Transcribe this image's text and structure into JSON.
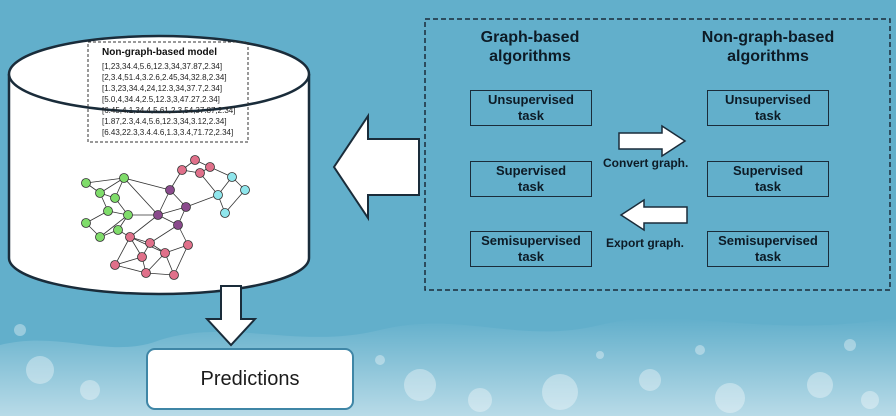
{
  "model_box": {
    "title": "Non-graph-based model",
    "vectors": [
      "[1,23,34.4,5.6,12.3,34,37.87,2.34]",
      "[2,3.4,51.4,3.2.6,2.45,34,32.8,2.34]",
      "[1.3,23,34.4,24,12.3,34,37.7,2.34]",
      "[5.0,4,34.4,2.5,12.3,3,47.27,2.34]",
      "[6.45,4.1,34.4,5.61,2.3,54,37.87,2.34]",
      "[1.87,2.3,4.4,5.6,12.3,34,3.12,2.34]",
      "[6.43,22.3,3.4.4.6,1.3,3.4,71.72,2.34]"
    ]
  },
  "left_column": {
    "title": "Graph-based\nalgorithms",
    "tasks": [
      "Unsupervised\ntask",
      "Supervised\ntask",
      "Semisupervised\ntask"
    ]
  },
  "right_column": {
    "title": "Non-graph-based\nalgorithms",
    "tasks": [
      "Unsupervised\ntask",
      "Supervised\ntask",
      "Semisupervised\ntask"
    ]
  },
  "arrows": {
    "convert_label": "Convert graph.",
    "export_label": "Export graph."
  },
  "predictions": {
    "label": "Predictions"
  },
  "colors": {
    "background": "#62afcb",
    "node_green": "#7fdc6a",
    "node_pink": "#e0708a",
    "node_purple": "#8a4a8c",
    "node_cyan": "#8fe6ec"
  }
}
